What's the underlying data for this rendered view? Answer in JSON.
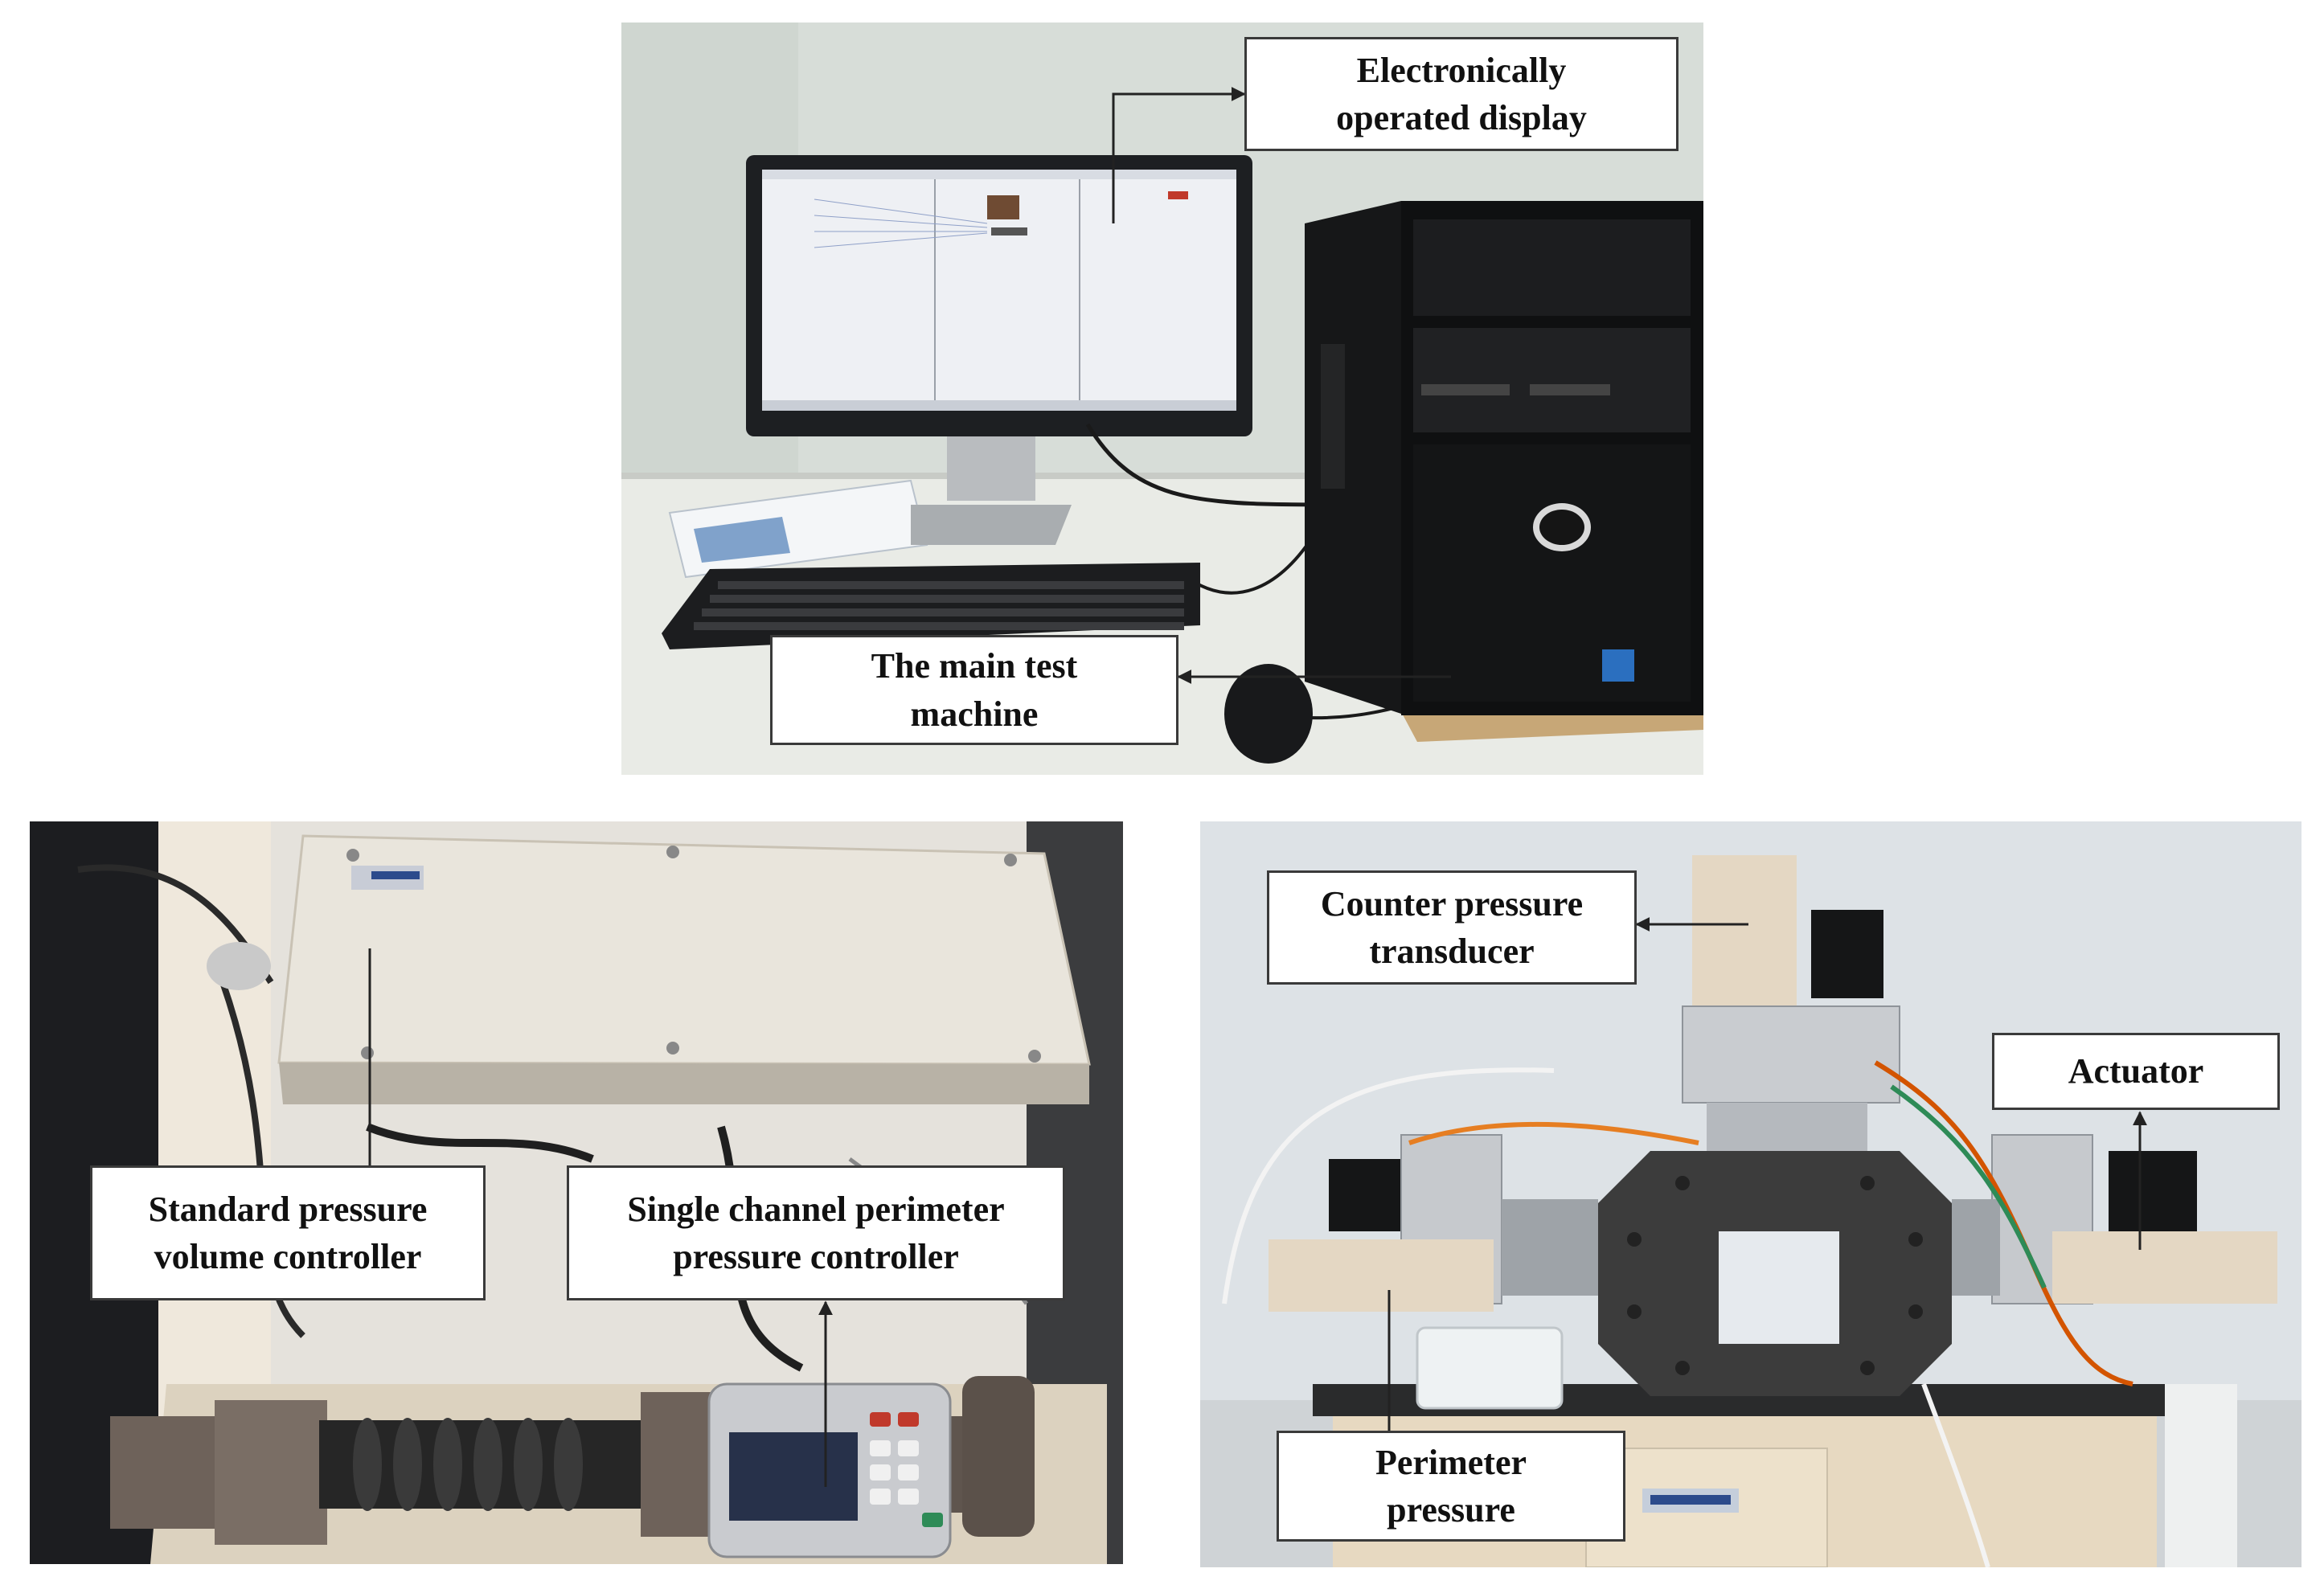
{
  "panels": {
    "top": {
      "labels": {
        "display": "Electronically\noperated display",
        "machine": "The main test\nmachine"
      }
    },
    "bottom_left": {
      "labels": {
        "volume_controller": "Standard pressure\nvolume controller",
        "perimeter_controller": "Single channel perimeter\npressure controller"
      }
    },
    "bottom_right": {
      "labels": {
        "counter_transducer": "Counter pressure\ntransducer",
        "actuator": "Actuator",
        "perimeter_pressure": "Perimeter\npressure"
      }
    }
  },
  "colors": {
    "label_border": "#3a3a3a",
    "leader_line": "#222222",
    "cell_body": "#3c3c3c",
    "panel_beige": "#e4d7c3",
    "wall": "#d6dcd8"
  }
}
